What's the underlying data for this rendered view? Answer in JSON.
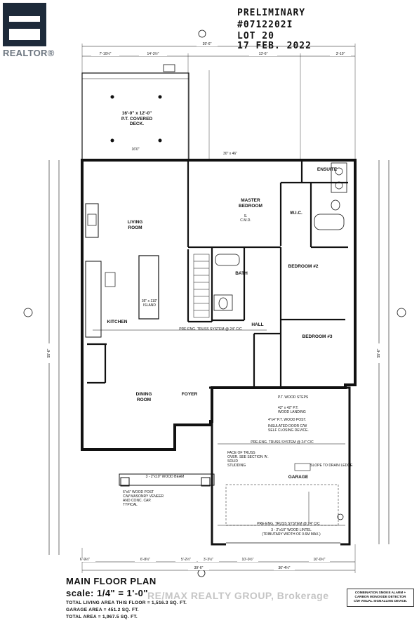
{
  "watermark_logo": {
    "brand": "REALTOR",
    "reg": "®"
  },
  "header": {
    "status": "PRELIMINARY",
    "plan_no": "#0712202I",
    "lot": "LOT 20",
    "date": "17 FEB. 2022"
  },
  "rooms": {
    "deck": "16'-0\" x 12'-0\"\nP.T. COVERED\nDECK.",
    "master": "MASTER\nBEDROOM",
    "ensuite": "ENSUITE",
    "wic": "W.I.C.",
    "living": "LIVING\nROOM",
    "bath": "BATH",
    "bed2": "BEDROOM #2",
    "bed3": "BEDROOM #3",
    "hall": "HALL",
    "kitchen": "KITCHEN",
    "island": "36\" x 110\"\nISLAND",
    "dining": "DINING\nROOM",
    "foyer": "FOYER",
    "garage": "GARAGE"
  },
  "notes": {
    "truss1": "PRE-ENG. TRUSS SYSTEM @ 24\" C/C",
    "truss2": "PRE-ENG. TRUSS SYSTEM @ 24\" C/C",
    "truss3": "PRE-ENG. TRUSS SYSTEM @ 24\" C/C",
    "steps": "P.T. WOOD STEPS",
    "landing": "42\" x 42\" P.T.\nWOOD LANDING",
    "post": "4\"x4\" P.T. WOOD POST.",
    "door": "INSULATED DOOR C/W\nSELF CLOSING DEVICE.",
    "slope": "SLOPE TO DRAIN",
    "lintel": "3 - 2\"x10\" WOOD LINTEL\n(TRIBUTARY WIDTH OF 0.6M MAX.)",
    "truss_face": "FACE OF TRUSS\nOVER. SEE SECTION 'A'.\nSOLID\nSTUDDING",
    "beam": "3 - 2\"x10\" WOOD BEAM",
    "post_footing": "6\"x6\" WOOD POST\nC/W MASONRY VENEER\nAND CONC. CAP.\nTYPICAL",
    "ledge": "LEDGE",
    "cmd": "S.\nC.M.D."
  },
  "dims": {
    "overall_top": "39'-6\"",
    "top_left": "7'-10½\"",
    "top_mid": "14'-3½\"",
    "top_mid2": "13'-6\"",
    "top_right": "3'-10\"",
    "deck_w": "16'0\"",
    "deck_bot": "30\" x 46\"",
    "overall_bot": "39'-6\"",
    "bot_total": "30'-4½\"",
    "side_total": "55'-6\"",
    "side_right": "55'-6\"",
    "bot_a": "6'-9½\"",
    "bot_b": "6'-8½\"",
    "bot_c": "5'-2½\"",
    "bot_d": "3'-3½\"",
    "bot_e": "10'-0½\"",
    "bot_f": "10'-0½\""
  },
  "title": {
    "main": "MAIN FLOOR PLAN",
    "scale": "scale: 1/4\" = 1'-0\"",
    "living_area": "TOTAL LIVING AREA THIS FLOOR = 1,516.3 SQ. FT.",
    "garage_area": "GARAGE AREA = 451.2 SQ. FT.",
    "total_area": "TOTAL AREA = 1,967.5 SQ. FT."
  },
  "alarm_note": "COMBINATION SMOKE ALARM +\nCARBON MONOXIDE DETECTOR\nC/W VISUAL SIGNALLING DEVICE.",
  "listing_watermark": "RE/MAX REALTY GROUP, Brokerage"
}
